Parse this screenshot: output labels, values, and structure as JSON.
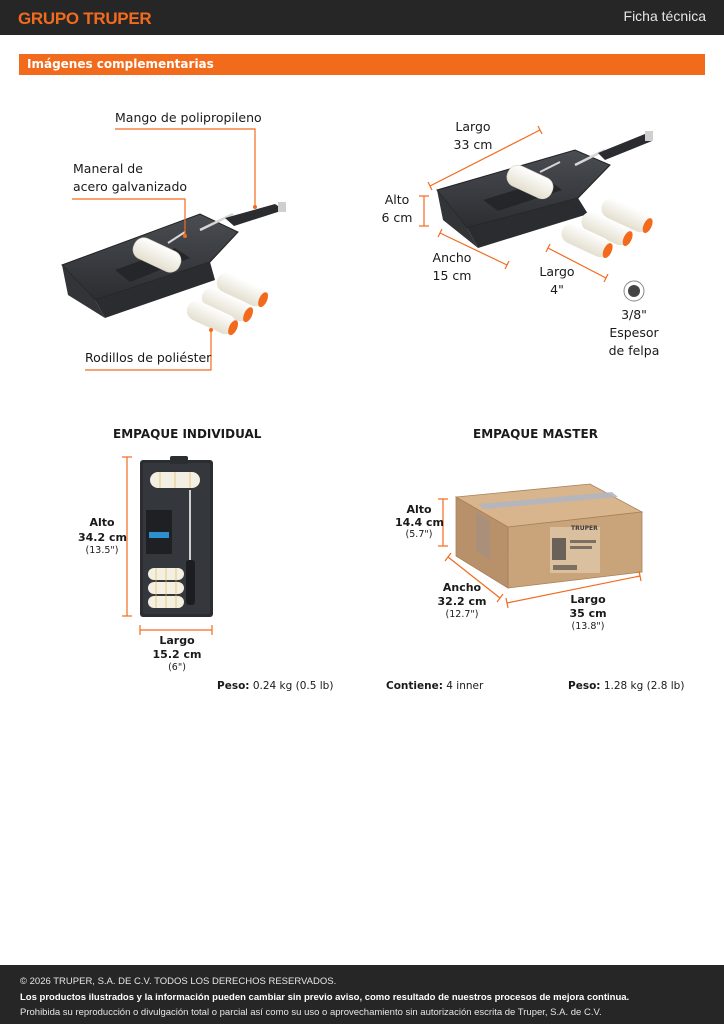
{
  "header": {
    "brand": "GRUPO TRUPER",
    "doc_type": "Ficha técnica"
  },
  "section": {
    "title": "Imágenes complementarias"
  },
  "product_callouts": {
    "handle": "Mango de polipropileno",
    "frame_line1": "Maneral de",
    "frame_line2": "acero galvanizado",
    "rollers": "Rodillos de poliéster"
  },
  "dimensions": {
    "length_label": "Largo",
    "length_value": "33 cm",
    "height_label": "Alto",
    "height_value": "6 cm",
    "width_label": "Ancho",
    "width_value": "15 cm",
    "roller_label": "Largo",
    "roller_value": "4\"",
    "nap_value": "3/8\"",
    "nap_line1": "Espesor",
    "nap_line2": "de felpa"
  },
  "individual_pack": {
    "title": "EMPAQUE INDIVIDUAL",
    "height_label": "Alto",
    "height_value": "34.2 cm",
    "height_in": "(13.5\")",
    "length_label": "Largo",
    "length_value": "15.2 cm",
    "length_in": "(6\")",
    "weight_label": "Peso:",
    "weight_value": "0.24 kg (0.5 lb)"
  },
  "master_pack": {
    "title": "EMPAQUE MASTER",
    "brand_mark": "TRUPER",
    "height_label": "Alto",
    "height_value": "14.4 cm",
    "height_in": "(5.7\")",
    "width_label": "Ancho",
    "width_value": "32.2 cm",
    "width_in": "(12.7\")",
    "length_label": "Largo",
    "length_value": "35 cm",
    "length_in": "(13.8\")",
    "contains_label": "Contiene:",
    "contains_value": "4 inner",
    "weight_label": "Peso:",
    "weight_value": "1.28 kg (2.8 lb)"
  },
  "footer": {
    "copyright": "© 2026 TRUPER, S.A. DE C.V. TODOS LOS DERECHOS RESERVADOS.",
    "notice": "Los productos ilustrados y la información pueden cambiar sin previo aviso, como resultado de nuestros procesos de mejora continua.",
    "legal": "Prohibida su reproducción o divulgación total o parcial así como su uso o aprovechamiento sin autorización escrita de Truper, S.A. de C.V."
  },
  "colors": {
    "brand_orange": "#f26b1d",
    "header_bg": "#262626",
    "tray": "#3a3d42",
    "roller": "#f3efe2",
    "box": "#c9a37a"
  }
}
